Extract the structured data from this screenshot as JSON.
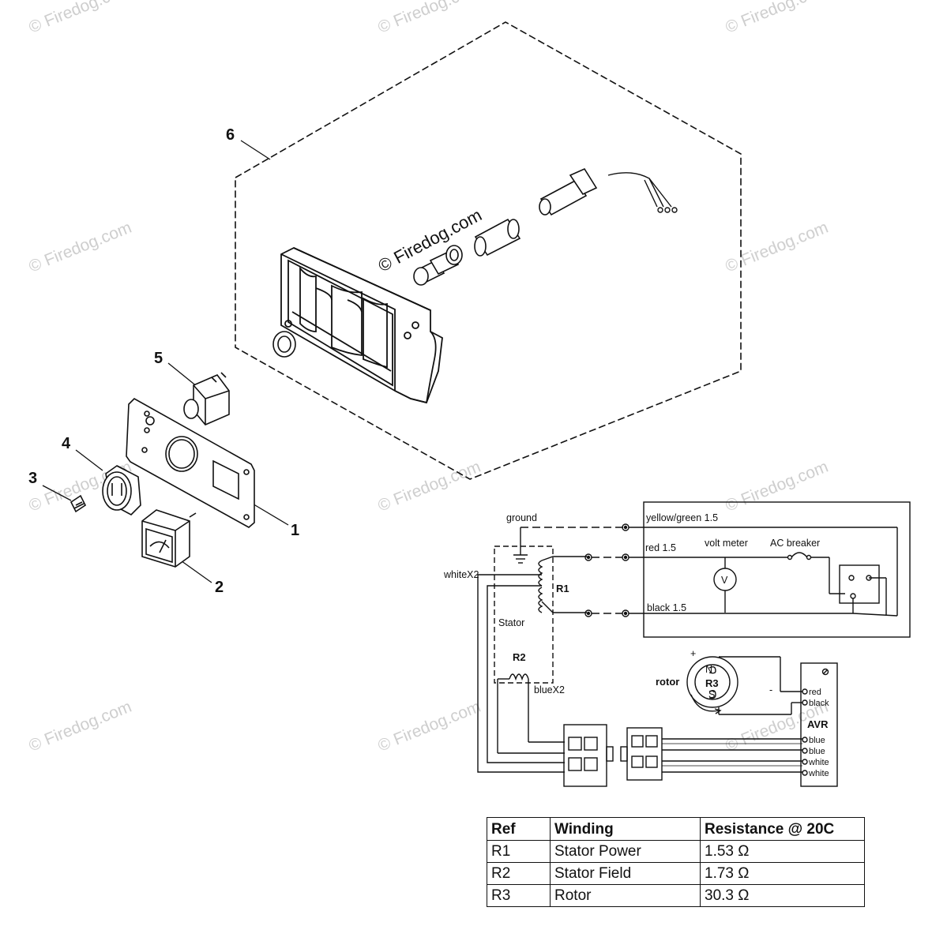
{
  "watermark": "© Firedog.com",
  "callouts": [
    "6",
    "5",
    "4",
    "3",
    "1",
    "2"
  ],
  "wiring": {
    "ground": "ground",
    "yellow_green": "yellow/green 1.5",
    "red": "red 1.5",
    "volt_meter": "volt meter",
    "ac_breaker": "AC breaker",
    "white_x2": "whiteX2",
    "r1": "R1",
    "black": "black 1.5",
    "stator": "Stator",
    "r2": "R2",
    "blue_x2": "blueX2",
    "rotor": "rotor",
    "r3": "R3",
    "volt_symbol": "V",
    "plus": "+",
    "minus": "-",
    "pole_n": "N",
    "pole_s": "S",
    "avr": "AVR",
    "avr_terminals": [
      "red",
      "black",
      "blue",
      "blue",
      "white",
      "white"
    ]
  },
  "resistance_table": {
    "headers": [
      "Ref",
      "Winding",
      "Resistance @ 20C"
    ],
    "rows": [
      [
        "R1",
        "Stator Power",
        "1.53 Ω"
      ],
      [
        "R2",
        "Stator Field",
        "1.73 Ω"
      ],
      [
        "R3",
        "Rotor",
        "30.3 Ω"
      ]
    ]
  }
}
